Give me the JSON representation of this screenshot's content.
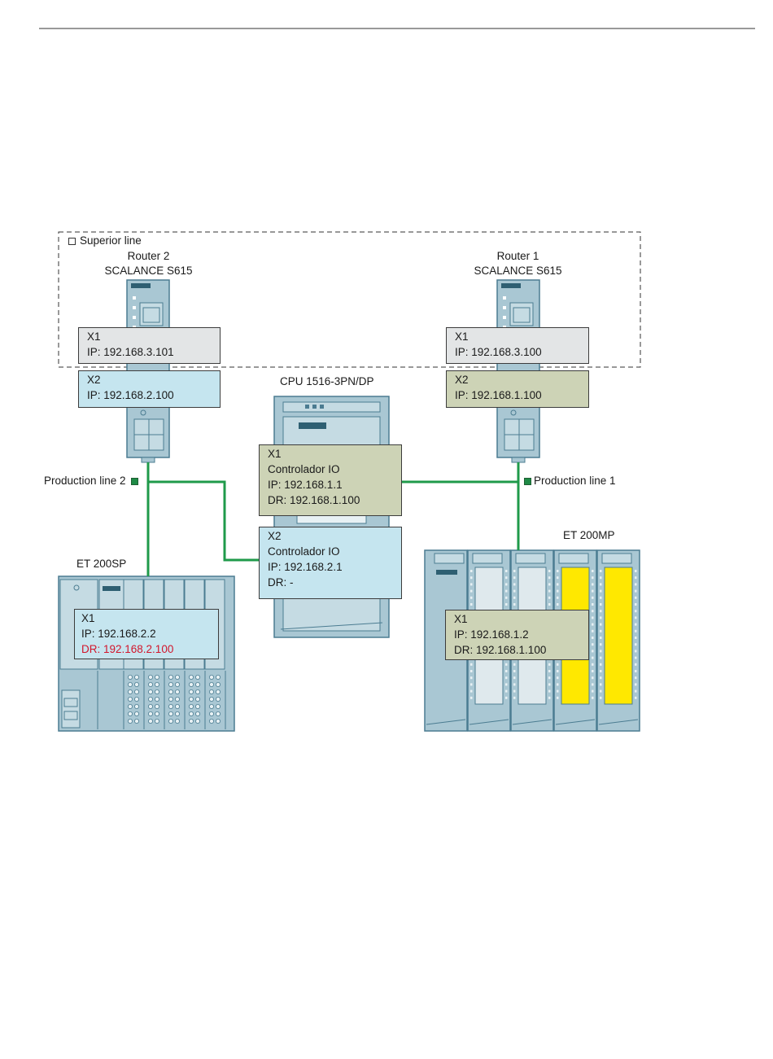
{
  "superior_line": {
    "label": "Superior line"
  },
  "router2": {
    "name": "Router 2",
    "model": "SCALANCE S615",
    "x1": {
      "port": "X1",
      "ip": "IP: 192.168.3.101"
    },
    "x2": {
      "port": "X2",
      "ip": "IP: 192.168.2.100"
    }
  },
  "router1": {
    "name": "Router 1",
    "model": "SCALANCE S615",
    "x1": {
      "port": "X1",
      "ip": "IP: 192.168.3.100"
    },
    "x2": {
      "port": "X2",
      "ip": "IP: 192.168.1.100"
    }
  },
  "cpu": {
    "title": "CPU 1516-3PN/DP",
    "x1": {
      "port": "X1",
      "role": "Controlador IO",
      "ip": "IP: 192.168.1.1",
      "dr": "DR: 192.168.1.100"
    },
    "x2": {
      "port": "X2",
      "role": "Controlador IO",
      "ip": "IP: 192.168.2.1",
      "dr": "DR: -"
    }
  },
  "production_line_2": {
    "label": "Production line 2"
  },
  "production_line_1": {
    "label": "Production line 1"
  },
  "et200sp": {
    "title": "ET 200SP",
    "port": "X1",
    "ip": "IP: 192.168.2.2",
    "dr": "DR: 192.168.2.100"
  },
  "et200mp": {
    "title": "ET 200MP",
    "port": "X1",
    "ip": "IP: 192.168.1.2",
    "dr": "DR: 192.168.1.100"
  },
  "colors": {
    "network_line": "#1f9a4a",
    "device_fill": "#a9c7d3",
    "device_stroke": "#4b7c91",
    "dr_error": "#d2162c",
    "fail_safe_module": "#ffe800"
  }
}
